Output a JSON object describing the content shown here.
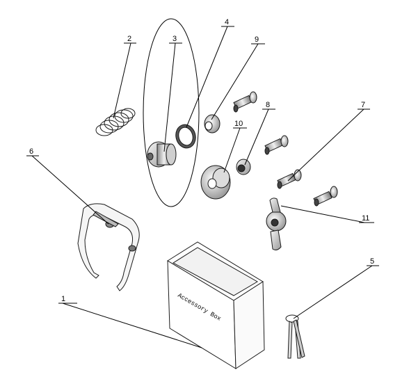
{
  "diagram": {
    "box_text": "Accessory Box",
    "callouts": [
      {
        "num": "1"
      },
      {
        "num": "2"
      },
      {
        "num": "3"
      },
      {
        "num": "4"
      },
      {
        "num": "5"
      },
      {
        "num": "6"
      },
      {
        "num": "7"
      },
      {
        "num": "8"
      },
      {
        "num": "9"
      },
      {
        "num": "10"
      },
      {
        "num": "11"
      }
    ]
  }
}
